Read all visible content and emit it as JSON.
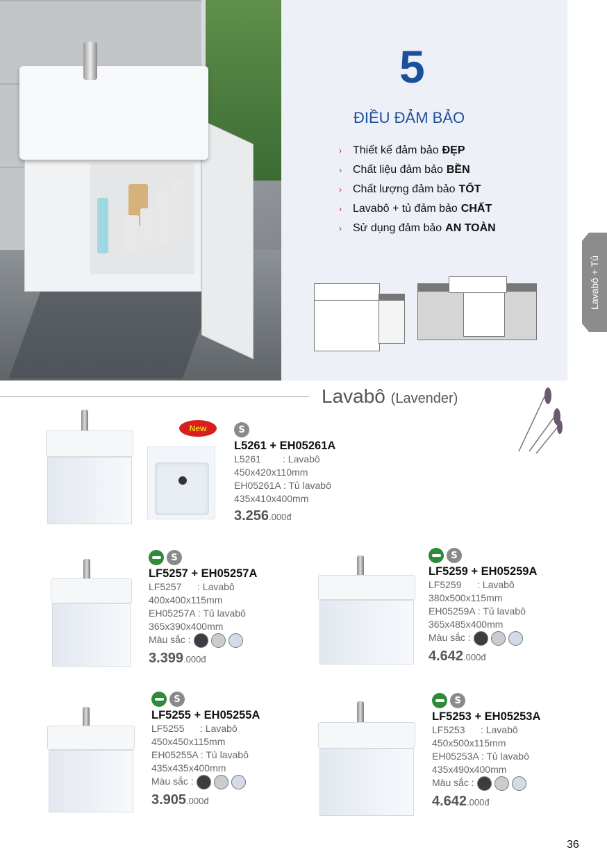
{
  "hero": {
    "number": "5",
    "heading": "ĐIỀU ĐẢM BẢO",
    "bullets": [
      {
        "text": "Thiết kế đảm bảo",
        "bold": "ĐẸP"
      },
      {
        "text": "Chất liệu đảm bảo",
        "bold": "BỀN"
      },
      {
        "text": "Chất lượng đảm bảo",
        "bold": "TỐT"
      },
      {
        "text": "Lavabô + tủ đảm bảo",
        "bold": "CHẤT"
      },
      {
        "text": "Sử dụng đảm bảo",
        "bold": "AN TOÀN"
      }
    ]
  },
  "side_tab": "Lavabô + Tủ",
  "section": {
    "title": "Lavabô",
    "subtitle": "(Lavender)"
  },
  "badges": {
    "new": "New",
    "s": "S"
  },
  "color_label": "Màu sắc :",
  "colors": [
    "#3a3d42",
    "#c9ccd0",
    "#d3dbe6"
  ],
  "products": [
    {
      "title": "L5261 + EH05261A",
      "code1": "L5261",
      "desc1": ": Lavabô",
      "dim1": "450x420x110mm",
      "code2": "EH05261A",
      "desc2": ": Tủ lavabô",
      "dim2": "435x410x400mm",
      "price_main": "3.256",
      "price_suffix": ".000đ"
    },
    {
      "title": "LF5257 + EH05257A",
      "code1": "LF5257",
      "desc1": ": Lavabô",
      "dim1": "400x400x115mm",
      "code2": "EH05257A",
      "desc2": ": Tủ lavabô",
      "dim2": "365x390x400mm",
      "price_main": "3.399",
      "price_suffix": ".000đ"
    },
    {
      "title": "LF5259 + EH05259A",
      "code1": "LF5259",
      "desc1": ": Lavabô",
      "dim1": "380x500x115mm",
      "code2": "EH05259A",
      "desc2": ": Tủ lavabô",
      "dim2": "365x485x400mm",
      "price_main": "4.642",
      "price_suffix": ".000đ"
    },
    {
      "title": "LF5255 + EH05255A",
      "code1": "LF5255",
      "desc1": ": Lavabô",
      "dim1": "450x450x115mm",
      "code2": "EH05255A",
      "desc2": ": Tủ lavabô",
      "dim2": "435x435x400mm",
      "price_main": "3.905",
      "price_suffix": ".000đ"
    },
    {
      "title": "LF5253 + EH05253A",
      "code1": "LF5253",
      "desc1": ": Lavabô",
      "dim1": "450x500x115mm",
      "code2": "EH05253A",
      "desc2": ": Tủ lavabô",
      "dim2": "435x490x400mm",
      "price_main": "4.642",
      "price_suffix": ".000đ"
    }
  ],
  "page_number": "36"
}
